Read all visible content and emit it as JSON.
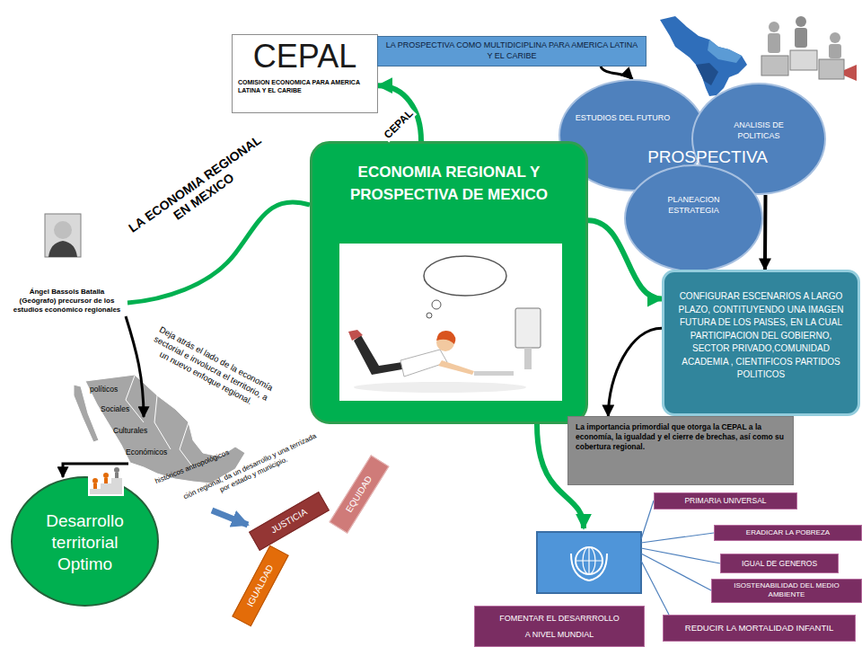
{
  "diagram": {
    "nodes": [
      {
        "text": [
          "CEPAL",
          "COMISION ECONOMICA PARA AMERICA LATINA Y EL CARIBE"
        ]
      },
      {
        "text": [
          "LA PROSPECTIVA COMO MULTIDICIPLINA PARA AMERICA LATINA Y EL CARIBE"
        ]
      },
      {
        "text": [
          "ESTUDIOS DEL FUTURO"
        ]
      },
      {
        "text": [
          "ANALISIS DE POLITICAS"
        ]
      },
      {
        "text": [
          "PLANEACION ESTRATEGIA"
        ]
      },
      {
        "text": [
          "ECONOMIA REGIONAL Y PROSPECTIVA DE MEXICO"
        ]
      },
      {
        "text": [
          "CONFIGURAR ESCENARIOS A LARGO PLAZO, CONTITUYENDO UNA IMAGEN FUTURA DE LOS PAISES, EN LA CUAL PARTICIPACION DEL GOBIERNO, SECTOR PRIVADO,COMUNIDAD ACADEMIA , CIENTIFICOS PARTIDOS POLITICOS"
        ]
      },
      {
        "text": [
          "La importancia primordial que otorga la CEPAL a la economía, la igualdad y el cierre de brechas, así como su cobertura regional."
        ]
      },
      {
        "text": [
          "Desarrollo territorial Optimo"
        ]
      },
      {
        "text": [
          "JUSTICIA"
        ]
      },
      {
        "text": [
          "EQUIDAD"
        ]
      },
      {
        "text": [
          "IGUALDAD"
        ]
      },
      {
        "text": [
          "PRIMARIA UNIVERSAL"
        ]
      },
      {
        "text": [
          "ERADICAR LA POBREZA"
        ]
      },
      {
        "text": [
          "IGUAL DE GENEROS"
        ]
      },
      {
        "text": [
          "ISOSTENABILIDAD DEL MEDIO AMBIENTE"
        ]
      },
      {
        "text": [
          "FOMENTAR EL DESARRROLLO A NIVEL MUNDIAL"
        ]
      },
      {
        "text": [
          "REDUCIR LA MORTALIDAD INFANTIL"
        ]
      }
    ],
    "edges": [
      {
        "from": 5,
        "to": 0,
        "arrow": "to",
        "label": "CEPAL"
      },
      {
        "from": 1,
        "to": 2,
        "arrow": "to"
      },
      {
        "from": 3,
        "to": 6,
        "arrow": "to"
      },
      {
        "from": 5,
        "to": 6,
        "arrow": "to"
      },
      {
        "from": 6,
        "to": 7,
        "arrow": "to"
      }
    ],
    "labels": [
      "LA ECONOMIA REGIONAL EN MEXICO",
      "PROSPECTIVA",
      "Ángel Bassols Batalla (Geógrafo) precursor de los estudios económico regionales",
      "Deja atrás el lado de la economía sectorial e involucra el territorio, a un nuevo enfoque regional.",
      "políticos",
      "Sociales",
      "Culturales",
      "Económicos",
      "históricos antropológicos",
      "ción regional, da un desarrollo y una terrizada por estado y municipio."
    ]
  }
}
